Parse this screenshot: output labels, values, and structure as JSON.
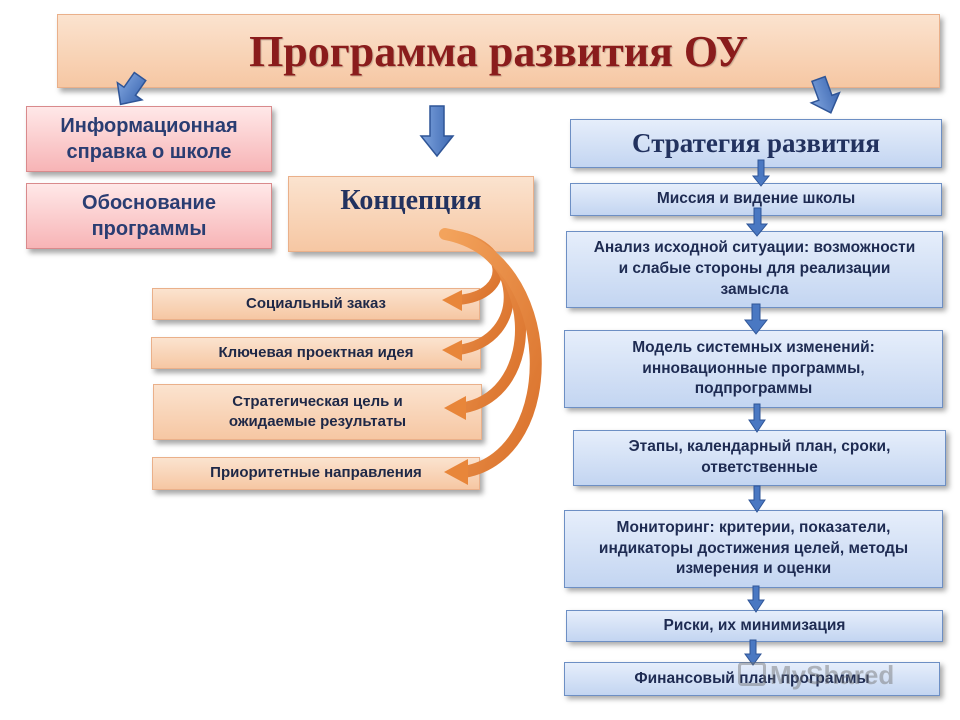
{
  "title": "Программа развития ОУ",
  "left": {
    "info": "Информационная справка о школе",
    "justification": "Обоснование программы"
  },
  "concept": {
    "title": "Концепция",
    "items": [
      "Социальный заказ",
      "Ключевая проектная идея",
      "Стратегическая цель и ожидаемые результаты",
      "Приоритетные направления"
    ]
  },
  "strategy": {
    "title": "Стратегия развития",
    "steps": [
      "Миссия и видение школы",
      "Анализ исходной ситуации: возможности и слабые стороны для реализации замысла",
      "Модель системных изменений: инновационные программы, подпрограммы",
      "Этапы, календарный план, сроки, ответственные",
      "Мониторинг: критерии, показатели, индикаторы достижения целей, методы измерения и оценки",
      "Риски, их минимизация",
      "Финансовый план программы"
    ]
  },
  "watermark": "MyShared",
  "colors": {
    "title_text": "#8a1c1c",
    "blue_arrow": "#4a78c2",
    "orange_arrow": "#e8863a"
  }
}
